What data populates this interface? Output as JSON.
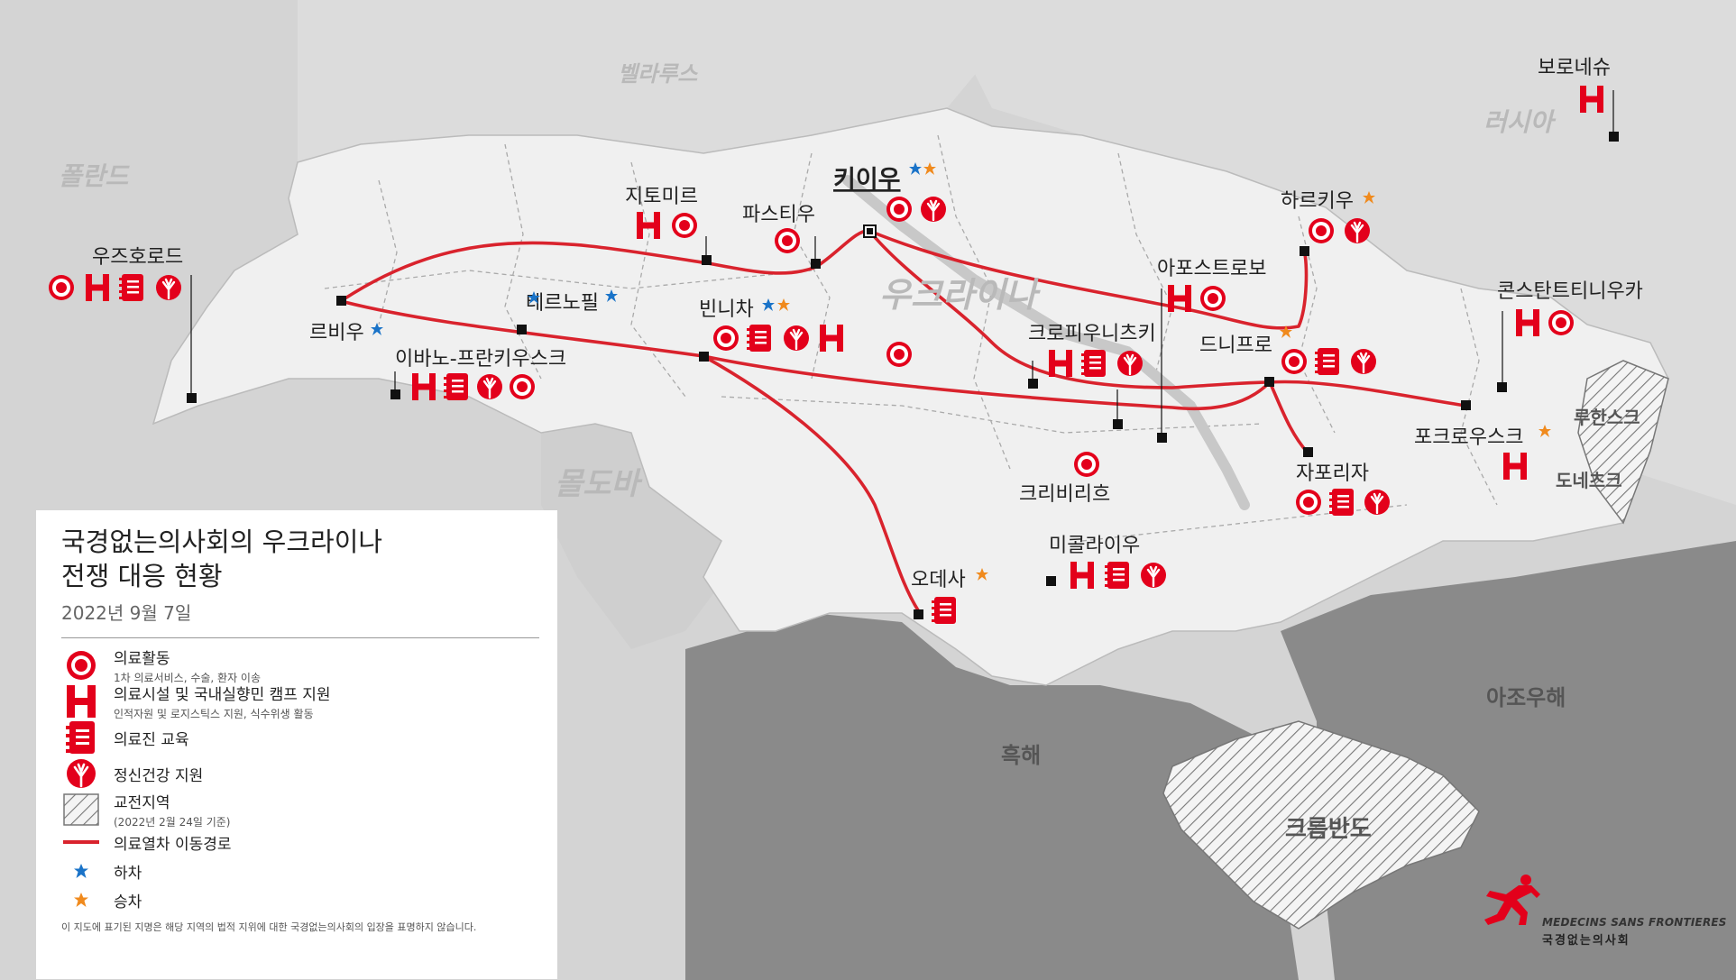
{
  "countries": {
    "belarus": "벨라루스",
    "poland": "폴란드",
    "russia": "러시아",
    "moldova": "몰도바",
    "ukraine": "우크라이나"
  },
  "seas": {
    "black_sea": "흑해",
    "azov_sea": "아조우해",
    "crimea": "크름반도"
  },
  "occupied_labels": {
    "luhansk": "루한스크",
    "donetsk": "도네츠크"
  },
  "cities": {
    "kyiv": "키이우",
    "zhytomyr": "지토미르",
    "fastiv": "파스티우",
    "uzhhorod": "우즈호로드",
    "lviv": "르비우",
    "ternopil": "테르노필",
    "ivano": "이바노-프란키우스크",
    "vinnytsia": "빈니차",
    "kharkiv": "하르키우",
    "zaporizhzhia_ap": "아포스트로보",
    "kropyvnytskyi": "크로피우니츠키",
    "dnipro": "드니프로",
    "kostiantynivka": "콘스탄트티니우카",
    "pokrovsk": "포크로우스크",
    "zaporizhzhia": "자포리자",
    "kryvyi_rih": "크리비리흐",
    "mykolaiv": "미콜라이우",
    "odesa": "오데사",
    "boronesh": "보로네슈"
  },
  "legend": {
    "title_line1": "국경없는의사회의 우크라이나",
    "title_line2": "전쟁 대응 현황",
    "date": "2022년 9월 7일",
    "items": {
      "medical": "의료활동",
      "medical_sub": "1차 의료서비스, 수술, 환자 이송",
      "facility": "의료시설 및 국내실향민 캠프 지원",
      "facility_sub": "인적자원 및 로지스틱스 지원, 식수위생 활동",
      "training": "의료진 교육",
      "mental": "정신건강 지원",
      "conflict": "교전지역",
      "conflict_sub": "(2022년 2월 24일 기준)",
      "train": "의료열차 이동경로",
      "drop": "하차",
      "board": "승차"
    },
    "disclaimer": "이 지도에 표기된 지명은 해당 지역의 법적 지위에 대한 국경없는의사회의 입장을 표명하지 않습니다."
  },
  "logo": {
    "name": "MEDECINS SANS FRONTIERES",
    "korean": "국경없는의사회"
  },
  "colors": {
    "msf_red": "#e3001b",
    "route": "#d9232d",
    "land": "#f0f0f0",
    "neighbor": "#d4d4d4",
    "sea": "#8a8a8a",
    "star_blue": "#1a73c8",
    "star_orange": "#f08a1d"
  }
}
